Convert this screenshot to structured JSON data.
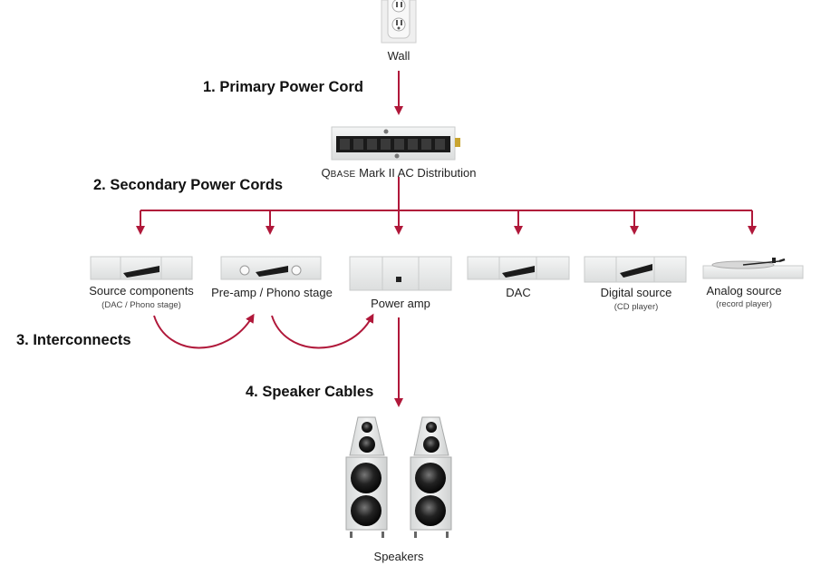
{
  "steps": {
    "primary": "1. Primary Power Cord",
    "secondary": "2. Secondary Power Cords",
    "interconnects": "3. Interconnects",
    "speaker_cables": "4. Speaker Cables"
  },
  "wall": {
    "label": "Wall"
  },
  "distribution": {
    "brand_initial": "Q",
    "brand_rest": "BASE",
    "label_rest": " Mark II AC Distribution"
  },
  "components": [
    {
      "label": "Source components",
      "sub": "(DAC / Phono stage)"
    },
    {
      "label": "Pre-amp / Phono stage",
      "sub": ""
    },
    {
      "label": "Power amp",
      "sub": ""
    },
    {
      "label": "DAC",
      "sub": ""
    },
    {
      "label": "Digital source",
      "sub": "(CD player)"
    },
    {
      "label": "Analog source",
      "sub": "(record player)"
    }
  ],
  "speakers": {
    "label": "Speakers"
  },
  "colors": {
    "arrow": "#b0183a",
    "device": "#e9eaea",
    "device_edge": "#c9cbcb"
  }
}
